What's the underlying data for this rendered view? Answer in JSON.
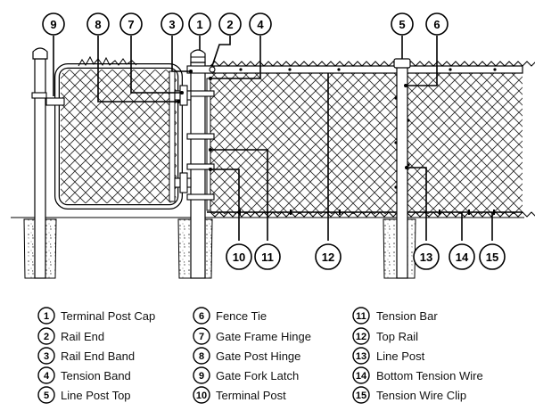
{
  "parts": [
    {
      "num": "1",
      "label": "Terminal Post Cap"
    },
    {
      "num": "2",
      "label": "Rail End"
    },
    {
      "num": "3",
      "label": "Rail End Band"
    },
    {
      "num": "4",
      "label": "Tension Band"
    },
    {
      "num": "5",
      "label": "Line Post Top"
    },
    {
      "num": "6",
      "label": "Fence Tie"
    },
    {
      "num": "7",
      "label": "Gate Frame Hinge"
    },
    {
      "num": "8",
      "label": "Gate Post Hinge"
    },
    {
      "num": "9",
      "label": "Gate Fork Latch"
    },
    {
      "num": "10",
      "label": "Terminal Post"
    },
    {
      "num": "11",
      "label": "Tension Bar"
    },
    {
      "num": "12",
      "label": "Top Rail"
    },
    {
      "num": "13",
      "label": "Line Post"
    },
    {
      "num": "14",
      "label": "Bottom Tension Wire"
    },
    {
      "num": "15",
      "label": "Tension Wire Clip"
    }
  ]
}
